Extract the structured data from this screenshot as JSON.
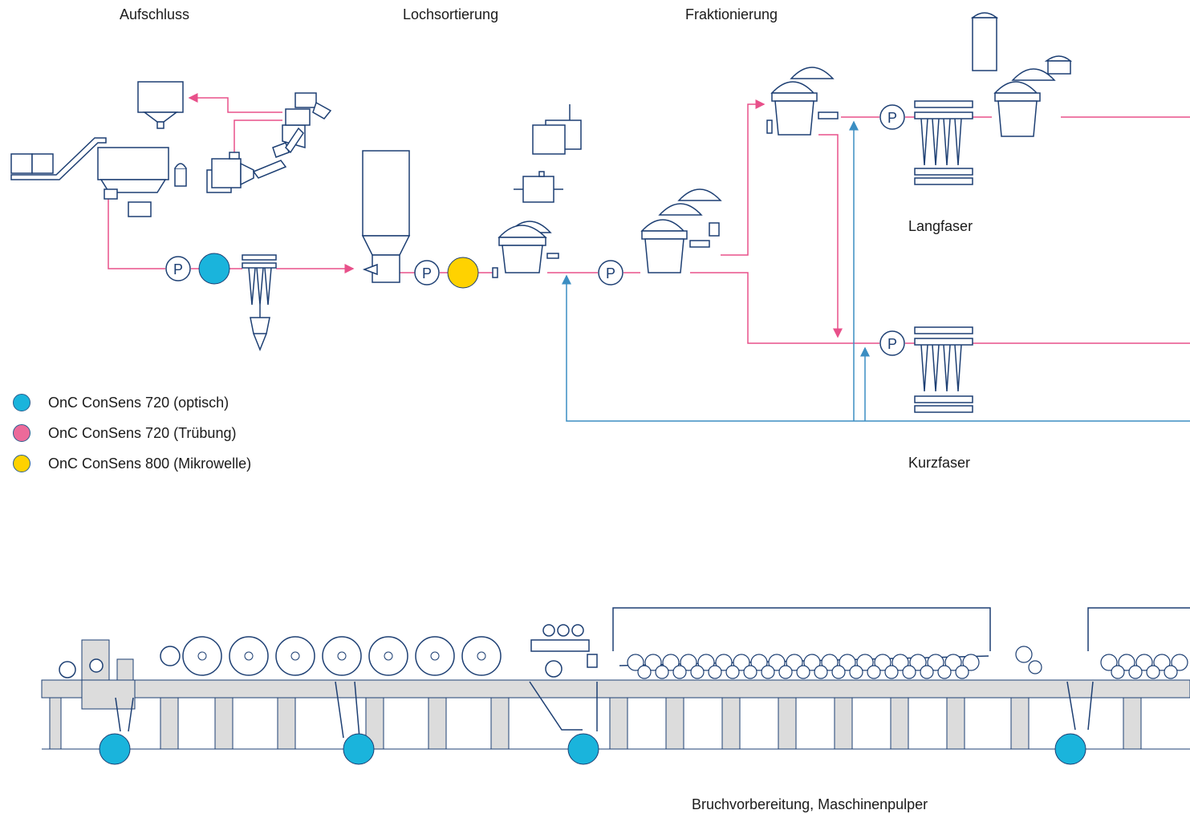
{
  "sections": {
    "aufschluss": "Aufschluss",
    "lochsortierung": "Lochsortierung",
    "fraktionierung": "Fraktionierung",
    "langfaser": "Langfaser",
    "kurzfaser": "Kurzfaser",
    "bruchvorbereitung": "Bruchvorbereitung, Maschinenpulper"
  },
  "pump_label": "P",
  "legend": [
    {
      "label": "OnC ConSens 720 (optisch)",
      "color": "#1ab4dc"
    },
    {
      "label": "OnC ConSens 720 (Trübung)",
      "color": "#ec6a9a"
    },
    {
      "label": "OnC ConSens 800 (Mikrowelle)",
      "color": "#ffd200"
    }
  ],
  "colors": {
    "line_pink": "#e8508a",
    "line_blue": "#3b8ec2",
    "equipment": "#1d3f73",
    "sensor_cyan": "#1ab4dc",
    "sensor_yellow": "#ffd200",
    "machine_frame": "#dcdcdc"
  }
}
